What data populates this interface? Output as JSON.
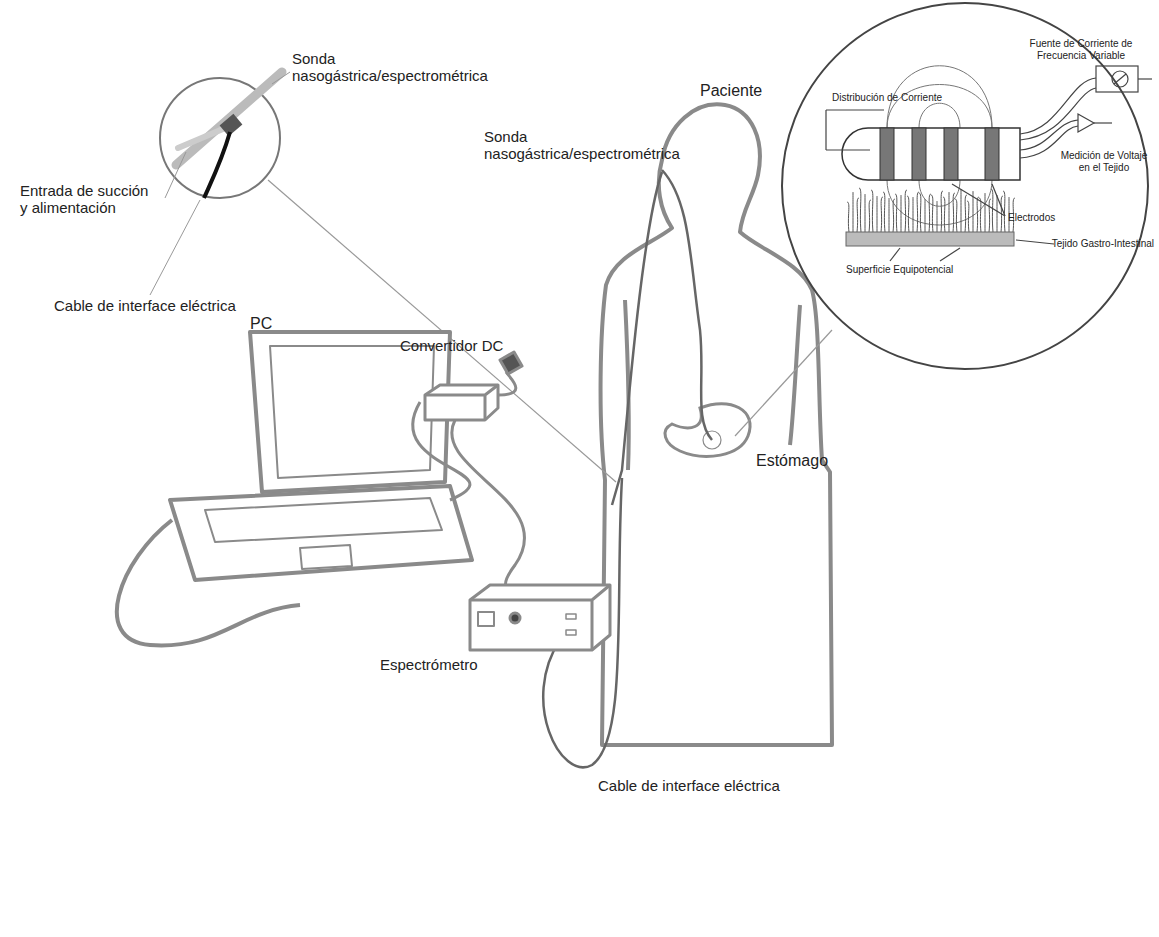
{
  "diagram": {
    "labels": [
      "Fuente de Corriente de Frecuencia Variable",
      "Distribución de Corriente",
      "Medición de Voltaje en el Tejido",
      "Electrodos",
      "Tejido Gastro-Intestinal",
      "Superficie Equipotencial",
      "Sonda nasogástrica/espectrométrica",
      "Paciente",
      "Sonda nasogástrica/espectrométrica",
      "Entrada de succión y alimentación",
      "Cable de interface eléctrica",
      "PC",
      "Convertidor DC",
      "Estómago",
      "Espectrómetro",
      "Cable de interface eléctrica"
    ]
  }
}
